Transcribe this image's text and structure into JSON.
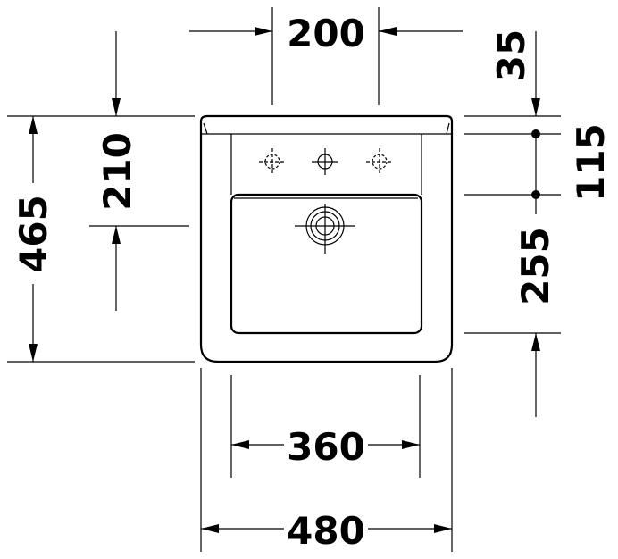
{
  "dimensions": {
    "tap_hole_spacing": "200",
    "rim_to_tap_hole": "35",
    "tap_to_drain_offset": "115",
    "basin_depth_upper": "210",
    "overall_depth": "465",
    "basin_depth_lower": "255",
    "basin_inner_width": "360",
    "overall_width": "480"
  }
}
